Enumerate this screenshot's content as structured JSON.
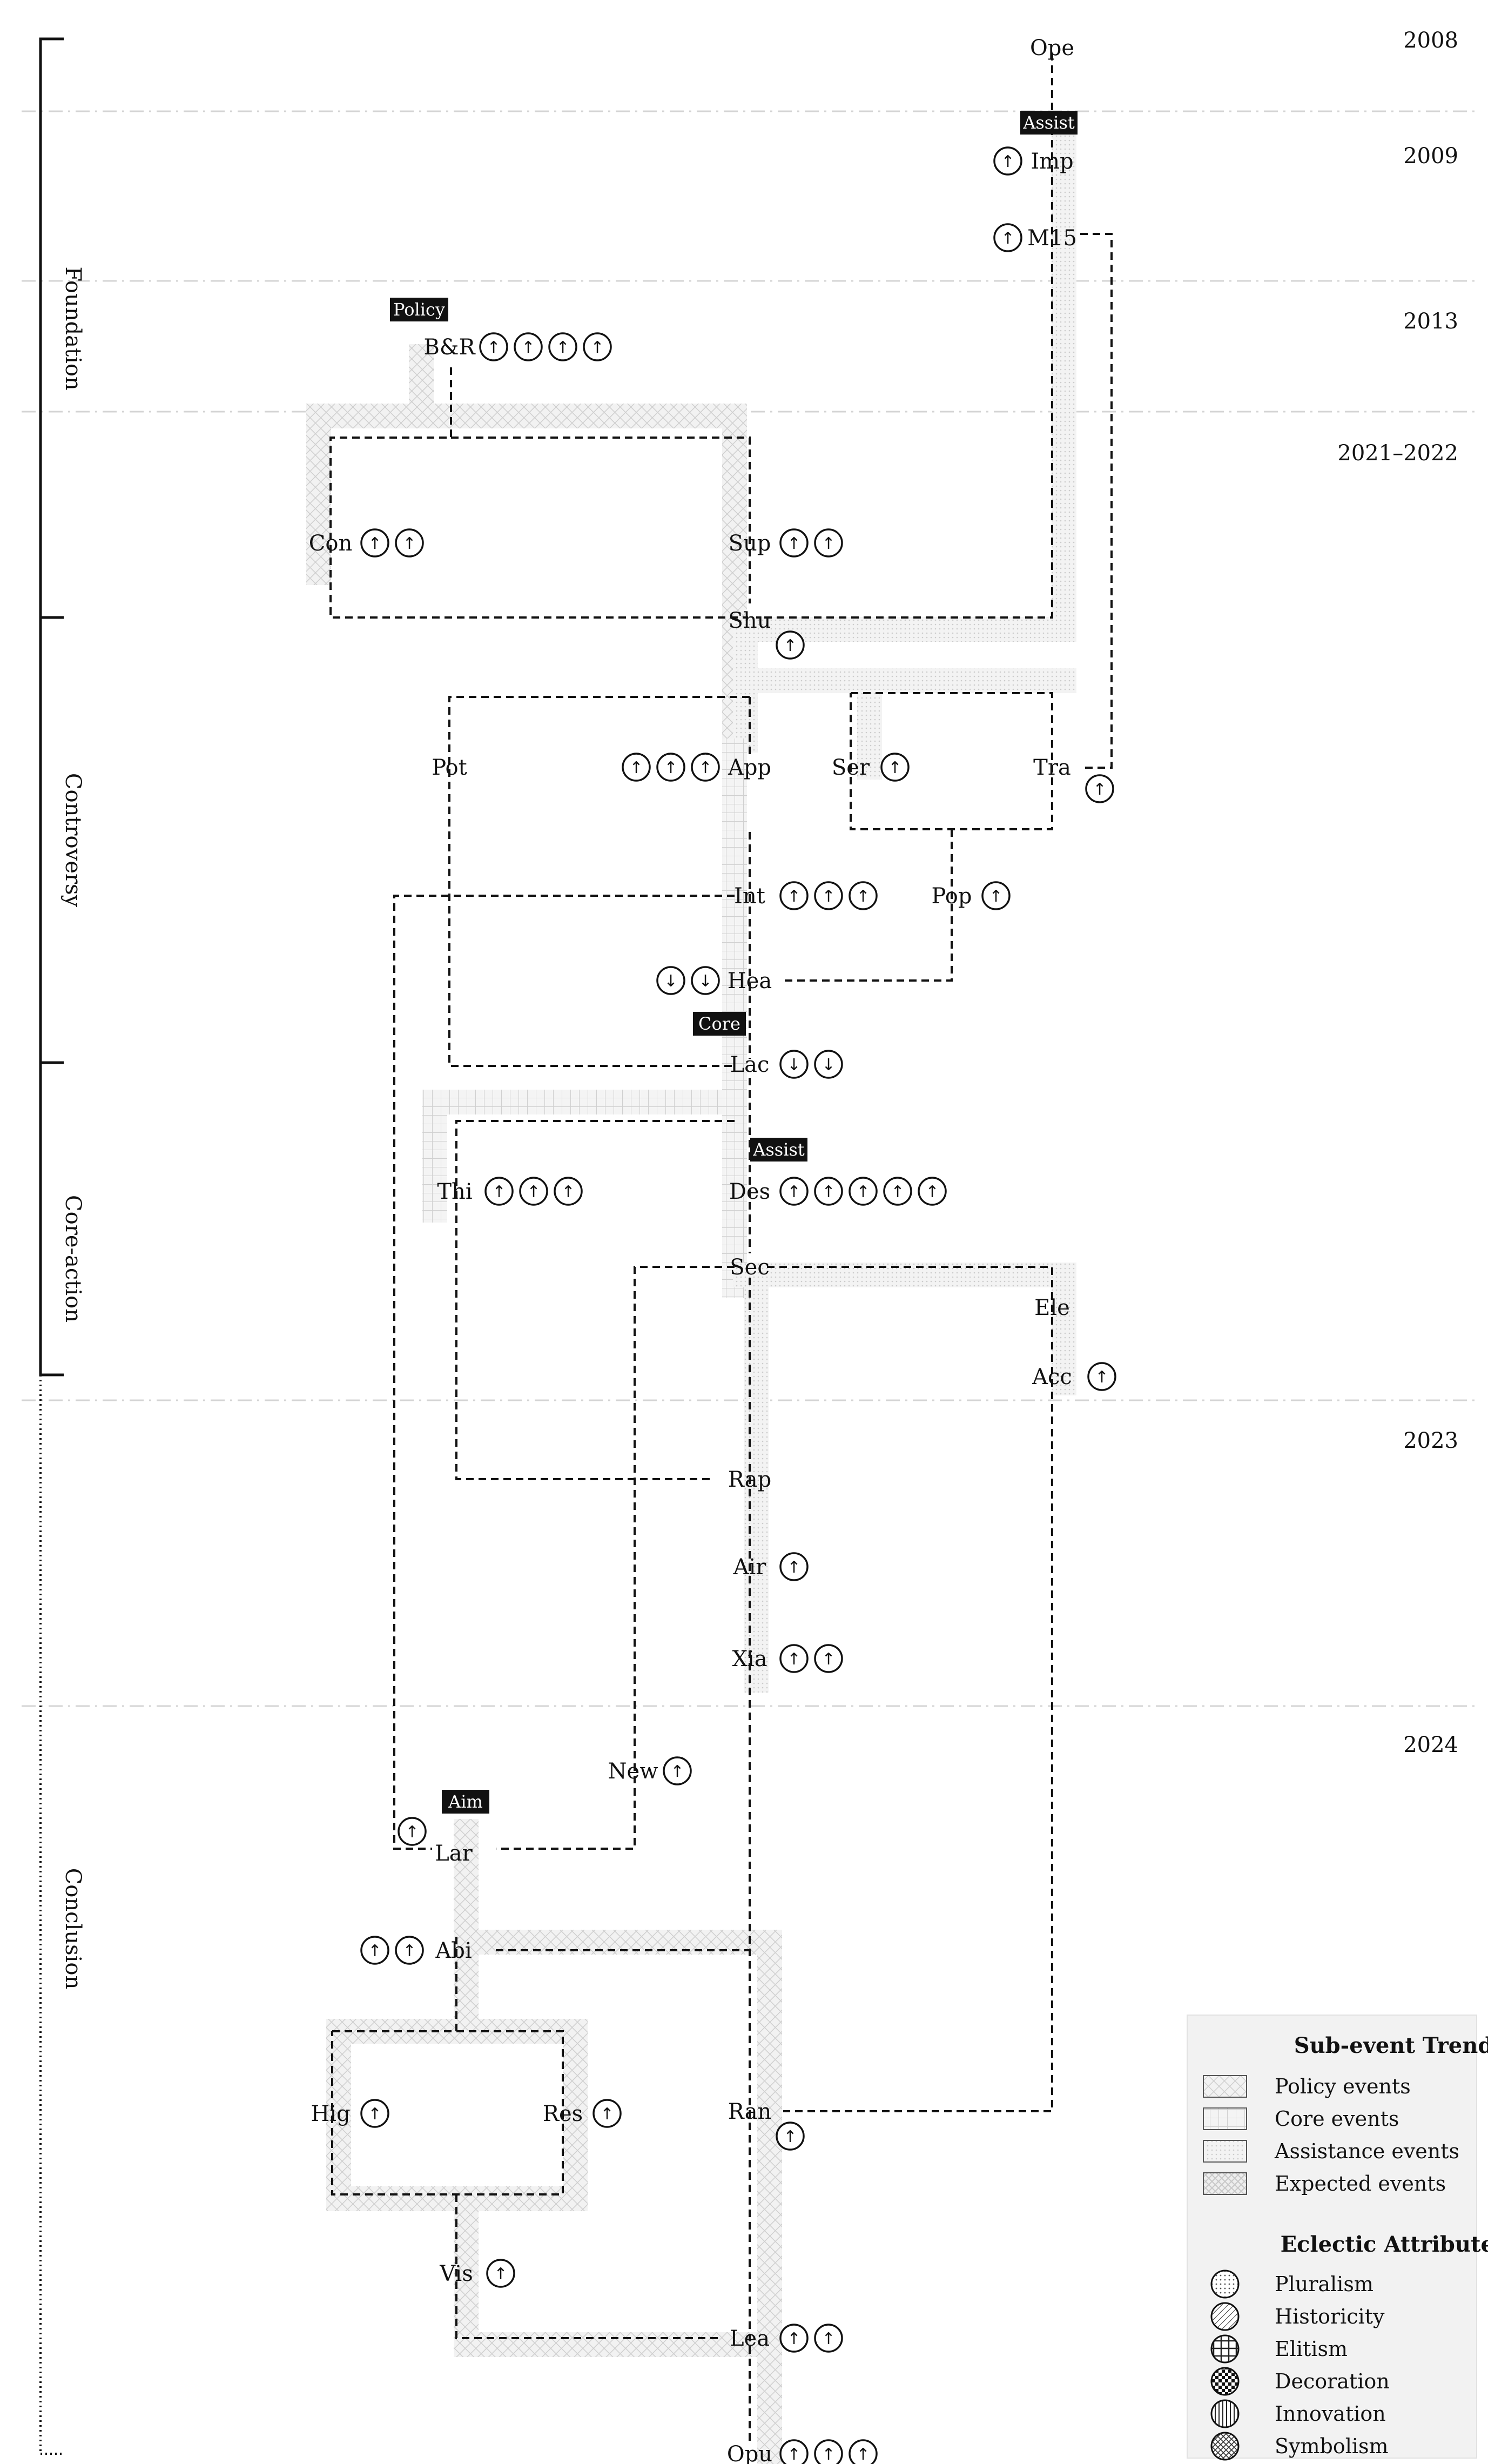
{
  "phases": [
    {
      "name": "Foundation"
    },
    {
      "name": "Controversy"
    },
    {
      "name": "Core-action"
    },
    {
      "name": "Conclusion"
    }
  ],
  "years": [
    "2008",
    "2009",
    "2013",
    "2021–2022",
    "2023",
    "2024"
  ],
  "tags": [
    "Assist",
    "Policy",
    "Core",
    "Assist",
    "Aim"
  ],
  "nodes": [
    {
      "id": "ope",
      "label": "Ope",
      "arrows": []
    },
    {
      "id": "imp",
      "label": "Imp",
      "arrows": [
        "up"
      ]
    },
    {
      "id": "m15",
      "label": "M15",
      "arrows": [
        "up"
      ]
    },
    {
      "id": "bnr",
      "label": "B&R",
      "arrows": [
        "up",
        "up",
        "up",
        "up"
      ]
    },
    {
      "id": "con",
      "label": "Con",
      "arrows": [
        "up",
        "up"
      ]
    },
    {
      "id": "sup",
      "label": "Sup",
      "arrows": [
        "up",
        "up"
      ]
    },
    {
      "id": "shu",
      "label": "Shu",
      "arrows": [
        "up"
      ]
    },
    {
      "id": "pot",
      "label": "Pot",
      "arrows": []
    },
    {
      "id": "app",
      "label": "App",
      "arrows": [
        "up",
        "up",
        "up"
      ]
    },
    {
      "id": "ser",
      "label": "Ser",
      "arrows": [
        "up"
      ]
    },
    {
      "id": "tra",
      "label": "Tra",
      "arrows": [
        "up"
      ]
    },
    {
      "id": "int",
      "label": "Int",
      "arrows": [
        "up",
        "up",
        "up"
      ]
    },
    {
      "id": "pop",
      "label": "Pop",
      "arrows": [
        "up"
      ]
    },
    {
      "id": "hea",
      "label": "Hea",
      "arrows": [
        "down",
        "down"
      ]
    },
    {
      "id": "lac",
      "label": "Lac",
      "arrows": [
        "down",
        "down"
      ]
    },
    {
      "id": "thi",
      "label": "Thi",
      "arrows": [
        "up",
        "up",
        "up"
      ]
    },
    {
      "id": "des",
      "label": "Des",
      "arrows": [
        "up",
        "up",
        "up",
        "up",
        "up"
      ]
    },
    {
      "id": "sec",
      "label": "Sec",
      "arrows": []
    },
    {
      "id": "ele",
      "label": "Ele",
      "arrows": []
    },
    {
      "id": "acc",
      "label": "Acc",
      "arrows": [
        "up"
      ]
    },
    {
      "id": "rap",
      "label": "Rap",
      "arrows": []
    },
    {
      "id": "air",
      "label": "Air",
      "arrows": [
        "up"
      ]
    },
    {
      "id": "xia",
      "label": "Xia",
      "arrows": [
        "up",
        "up"
      ]
    },
    {
      "id": "new",
      "label": "New",
      "arrows": [
        "up"
      ]
    },
    {
      "id": "lar",
      "label": "Lar",
      "arrows": [
        "up"
      ]
    },
    {
      "id": "abi",
      "label": "Abi",
      "arrows": [
        "up",
        "up"
      ]
    },
    {
      "id": "hig",
      "label": "Hig",
      "arrows": [
        "up"
      ]
    },
    {
      "id": "res",
      "label": "Res",
      "arrows": [
        "up"
      ]
    },
    {
      "id": "ran",
      "label": "Ran",
      "arrows": [
        "up"
      ]
    },
    {
      "id": "vis",
      "label": "Vis",
      "arrows": [
        "up"
      ]
    },
    {
      "id": "lea",
      "label": "Lea",
      "arrows": [
        "up",
        "up"
      ]
    },
    {
      "id": "opu",
      "label": "Opu",
      "arrows": [
        "up",
        "up",
        "up"
      ]
    }
  ],
  "legend": {
    "trend_title": "Sub-event Trend",
    "trend_items": [
      "Policy events",
      "Core events",
      "Assistance events",
      "Expected events"
    ],
    "attr_title": "Eclectic Attributes",
    "attr_items": [
      "Pluralism",
      "Historicity",
      "Elitism",
      "Decoration",
      "Innovation",
      "Symbolism"
    ]
  },
  "icons": {
    "up": "up-arrow-circle-icon",
    "down": "down-arrow-circle-icon"
  }
}
